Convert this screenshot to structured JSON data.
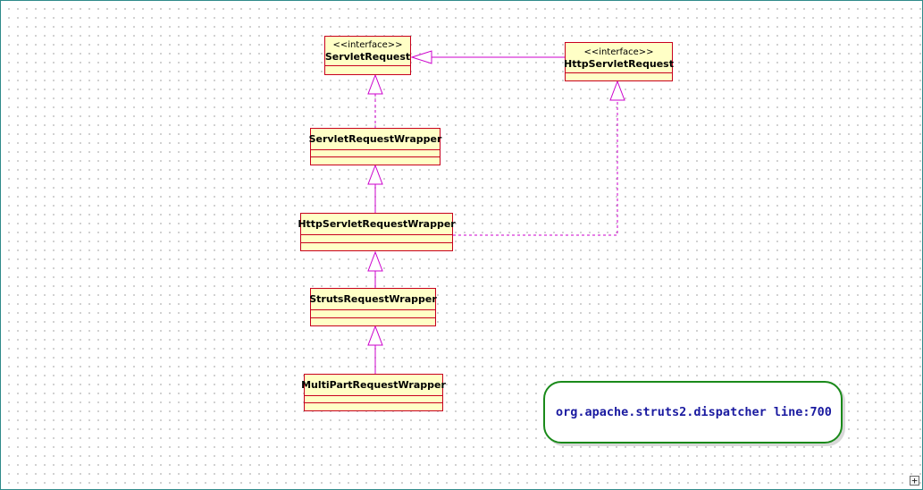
{
  "classes": {
    "servlet_request": {
      "stereotype": "<<interface>>",
      "name": "ServletRequest"
    },
    "http_servlet_request": {
      "stereotype": "<<interface>>",
      "name": "HttpServletRequest"
    },
    "servlet_request_wrapper": {
      "name": "ServletRequestWrapper"
    },
    "http_servlet_request_wrapper": {
      "name": "HttpServletRequestWrapper"
    },
    "struts_request_wrapper": {
      "name": "StrutsRequestWrapper"
    },
    "multipart_request_wrapper": {
      "name": "MultiPartRequestWrapper"
    }
  },
  "relations": [
    {
      "from": "HttpServletRequest",
      "to": "ServletRequest",
      "kind": "generalization"
    },
    {
      "from": "ServletRequestWrapper",
      "to": "ServletRequest",
      "kind": "realization"
    },
    {
      "from": "HttpServletRequestWrapper",
      "to": "ServletRequestWrapper",
      "kind": "generalization"
    },
    {
      "from": "HttpServletRequestWrapper",
      "to": "HttpServletRequest",
      "kind": "realization"
    },
    {
      "from": "StrutsRequestWrapper",
      "to": "HttpServletRequestWrapper",
      "kind": "generalization"
    },
    {
      "from": "MultiPartRequestWrapper",
      "to": "StrutsRequestWrapper",
      "kind": "generalization"
    }
  ],
  "note": {
    "text": "org.apache.struts2.dispatcher line:700"
  },
  "colors": {
    "class_fill": "#ffffc6",
    "class_border": "#c8001e",
    "connector": "#cc00cc",
    "note_border": "#1a8a1a",
    "note_text": "#1a1aa0"
  },
  "icons": {
    "resize_corner": "plus-box-icon"
  }
}
